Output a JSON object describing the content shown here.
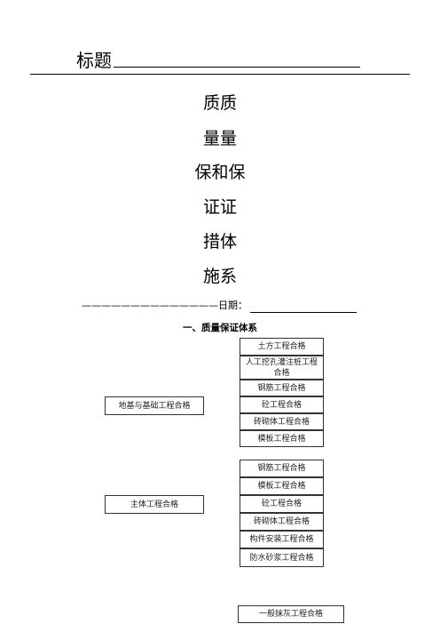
{
  "header": {
    "title_label": "标题"
  },
  "cover_title_lines": [
    "质质",
    "量量",
    "保和保",
    "证证",
    "措体",
    "施系"
  ],
  "date_row": {
    "dashes": "——————————————",
    "date_label": "日期："
  },
  "section_heading": "一、质量保证体系",
  "groups": [
    {
      "label": "地基与基础工程合格",
      "items": [
        "土方工程合格",
        "人工挖孔灌注桩工程合格",
        "钢筋工程合格",
        "砼工程合格",
        "砖砌体工程合格",
        "模板工程合格"
      ]
    },
    {
      "label": "主体工程合格",
      "items": [
        "钢筋工程合格",
        "模板工程合格",
        "砼工程合格",
        "砖砌体工程合格",
        "构件安装工程合格",
        "防水砂浆工程合格"
      ]
    },
    {
      "label": "",
      "items": [
        "一般抹灰工程合格"
      ]
    }
  ]
}
